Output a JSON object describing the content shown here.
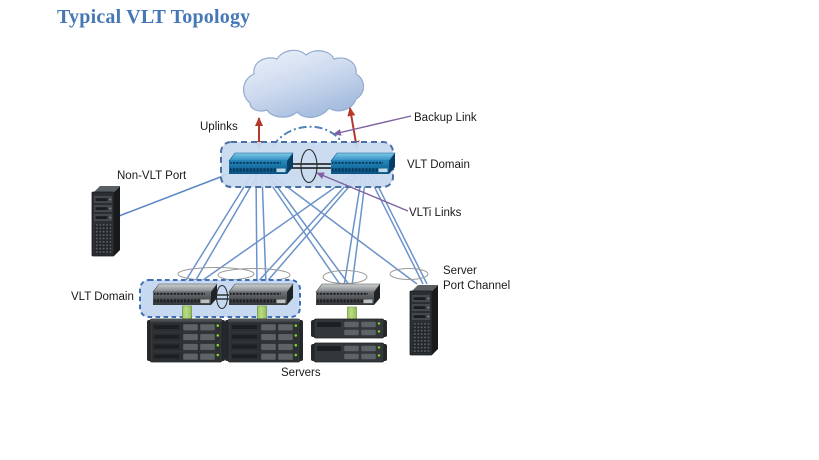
{
  "title": "Typical VLT Topology",
  "labels": {
    "uplinks": "Uplinks",
    "backup_link": "Backup Link",
    "vlt_domain_top": "VLT Domain",
    "non_vlt_port": "Non-VLT Port",
    "vlti_links": "VLTi Links",
    "vlt_domain_bottom": "VLT Domain",
    "server_port_channel_line1": "Server",
    "server_port_channel_line2": "Port Channel",
    "servers": "Servers"
  },
  "devices": {
    "cloud": "network-cloud",
    "core_switches": [
      "vlt-peer-switch-left",
      "vlt-peer-switch-right"
    ],
    "access_switches": [
      "vlt-access-switch-left",
      "vlt-access-switch-right",
      "standalone-access-switch"
    ],
    "servers": [
      "rack-server-stack-1",
      "rack-server-stack-2",
      "rack-server-pair",
      "tower-server-non-vlt",
      "tower-server-port-channel"
    ]
  },
  "colors": {
    "title_text": "#4577b7",
    "label_text": "#1a1a1a",
    "uplink_arrow_red": "#b5382a",
    "backup_link_arc": "#4f81bd",
    "pointer_purple": "#7e62a1",
    "link_blue": "#5b87c5",
    "vlt_domain_fill": "#c8daf0",
    "vlt_domain_border": "#4a6fa5",
    "server_arrow_green": "#7fae3f"
  }
}
